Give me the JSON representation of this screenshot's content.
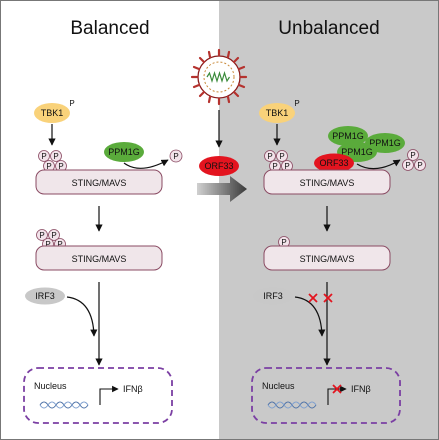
{
  "panels": {
    "left_title": "Balanced",
    "right_title": "Unbalanced"
  },
  "labels": {
    "tbk1": "TBK1",
    "phospho": "P",
    "ppm1g": "PPM1G",
    "sting_mavs": "STING/MAVS",
    "irf3": "IRF3",
    "orf33": "ORF33",
    "nucleus": "Nucleus",
    "ifnb": "IFNβ"
  },
  "colors": {
    "right_panel_bg": "#c9c9c9",
    "tbk1": "#f9d27a",
    "ppm1g": "#5aab3b",
    "orf33": "#e3141f",
    "phospho_fill": "#f2e3ea",
    "sting_fill": "#f0e6ea",
    "nucleus_border": "#7b3fa3",
    "irf3": "#c8c8c8",
    "inhibition": "#e3141f"
  }
}
